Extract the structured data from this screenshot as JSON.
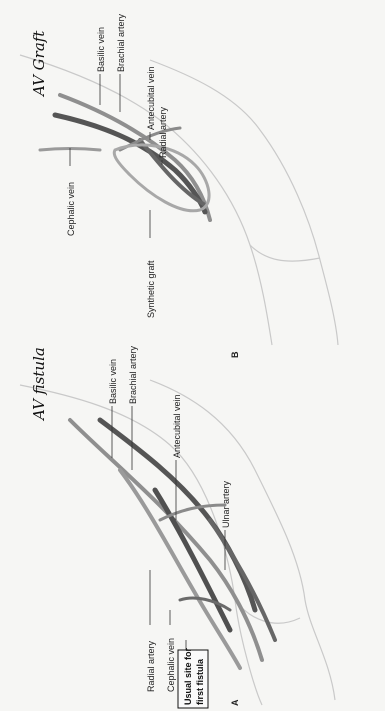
{
  "panel_a": {
    "title": "AV fistula",
    "letter": "A",
    "labels": {
      "basilic_vein": "Basilic vein",
      "brachial_artery": "Brachial artery",
      "antecubital_vein": "Antecubital vein",
      "ulnar_artery": "Ulnar artery",
      "radial_artery": "Radial artery",
      "cephalic_vein": "Cephalic vein",
      "usual_site_line1": "Usual site for",
      "usual_site_line2": "first fistula"
    }
  },
  "panel_b": {
    "title": "AV Graft",
    "letter": "B",
    "labels": {
      "basilic_vein": "Basilic vein",
      "brachial_artery": "Brachial artery",
      "antecubital_vein": "Antecubital vein",
      "radial_artery": "Radial artery",
      "cephalic_vein": "Cephalic vein",
      "synthetic_graft": "Synthetic graft"
    }
  },
  "colors": {
    "vessel_dark": "#555555",
    "vessel_light": "#9a9a9a",
    "arm_outline": "#c9c9c9",
    "text": "#222222"
  }
}
